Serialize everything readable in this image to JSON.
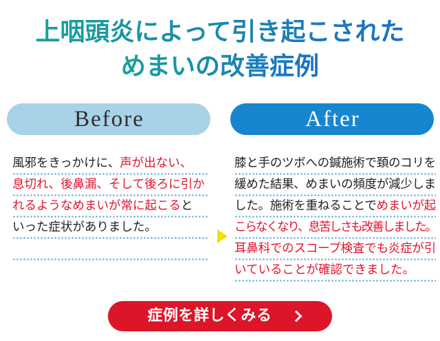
{
  "title": {
    "line1": "上咽頭炎によって引き起こされた",
    "line2": "めまいの改善症例"
  },
  "before": {
    "label": "Before",
    "lines": [
      [
        "風邪をきっかけに、",
        "声が出ない、"
      ],
      [
        "息切れ、後鼻漏、そして後ろに引か"
      ],
      [
        "れるようなめまいが常に起こる",
        "と"
      ],
      [
        "いった症状がありました。"
      ]
    ]
  },
  "after": {
    "label": "After",
    "lines": [
      [
        "膝と手のツボへの鍼施術で頚のコリを"
      ],
      [
        "緩めた結果、めまいの頻度が減少しま"
      ],
      [
        "した。施術を重ねることで",
        "めまいが起"
      ],
      [
        "こらなくなり、息苦しさも改善しました。"
      ],
      [
        "耳鼻科でのスコープ検査でも炎症が引"
      ],
      [
        "いていることが確認できました。"
      ]
    ]
  },
  "arrow_icon": "triangle-right-icon",
  "cta": {
    "label": "症例を詳しくみる",
    "icon": "chevron-right-icon"
  },
  "colors": {
    "title_gradient_start": "#16a39a",
    "title_gradient_end": "#1d6ec6",
    "before_pill": "#a8d2e8",
    "after_pill": "#1786d1",
    "before_label": "#2f2f2f",
    "after_label": "#ffffff",
    "body_text": "#222222",
    "highlight_text": "#e2142d",
    "dotted_rule": "#6fb0de",
    "arrow": "#f3e000",
    "cta_button": "#dc1529"
  }
}
